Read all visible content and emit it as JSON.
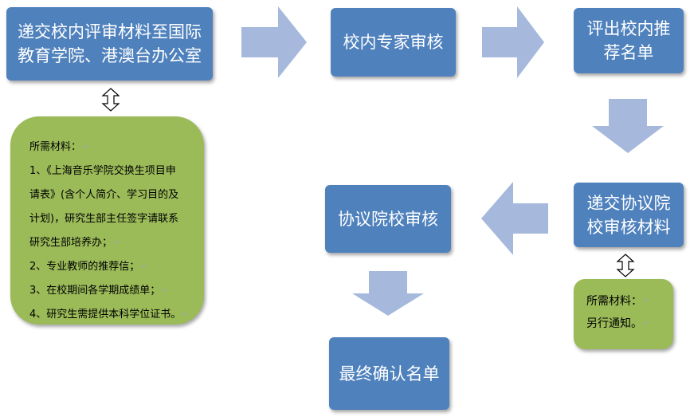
{
  "boxes": {
    "submit_materials": "递交校内评审材料至国际教育学院、港澳台办公室",
    "internal_review": "校内专家审核",
    "recommend_list": "评出校内推荐名单",
    "submit_partner": "递交协议院校审核材料",
    "partner_review": "协议院校审核",
    "final_list": "最终确认名单"
  },
  "notes": {
    "left": {
      "title": "所需材料：",
      "item1_a": "1、《上海音乐学院交换生项目申",
      "item1_b": "请表》(含个人简介、学习目的及",
      "item1_c": "计划)，研究生部主任签字请联系",
      "item1_d": "研究生部培养办；",
      "item2": "2、专业教师的推荐信；",
      "item3": "3、在校期间各学期成绩单；",
      "item4": "4、研究生需提供本科学位证书。"
    },
    "right": {
      "title": "所需材料：",
      "body": "另行通知。"
    }
  },
  "paragraph_mark": "↵",
  "colors": {
    "box_fill": "#4f81bd",
    "box_text": "#ffffff",
    "arrow_fill": "#a6b9dc",
    "note_fill": "#9bbb59"
  }
}
